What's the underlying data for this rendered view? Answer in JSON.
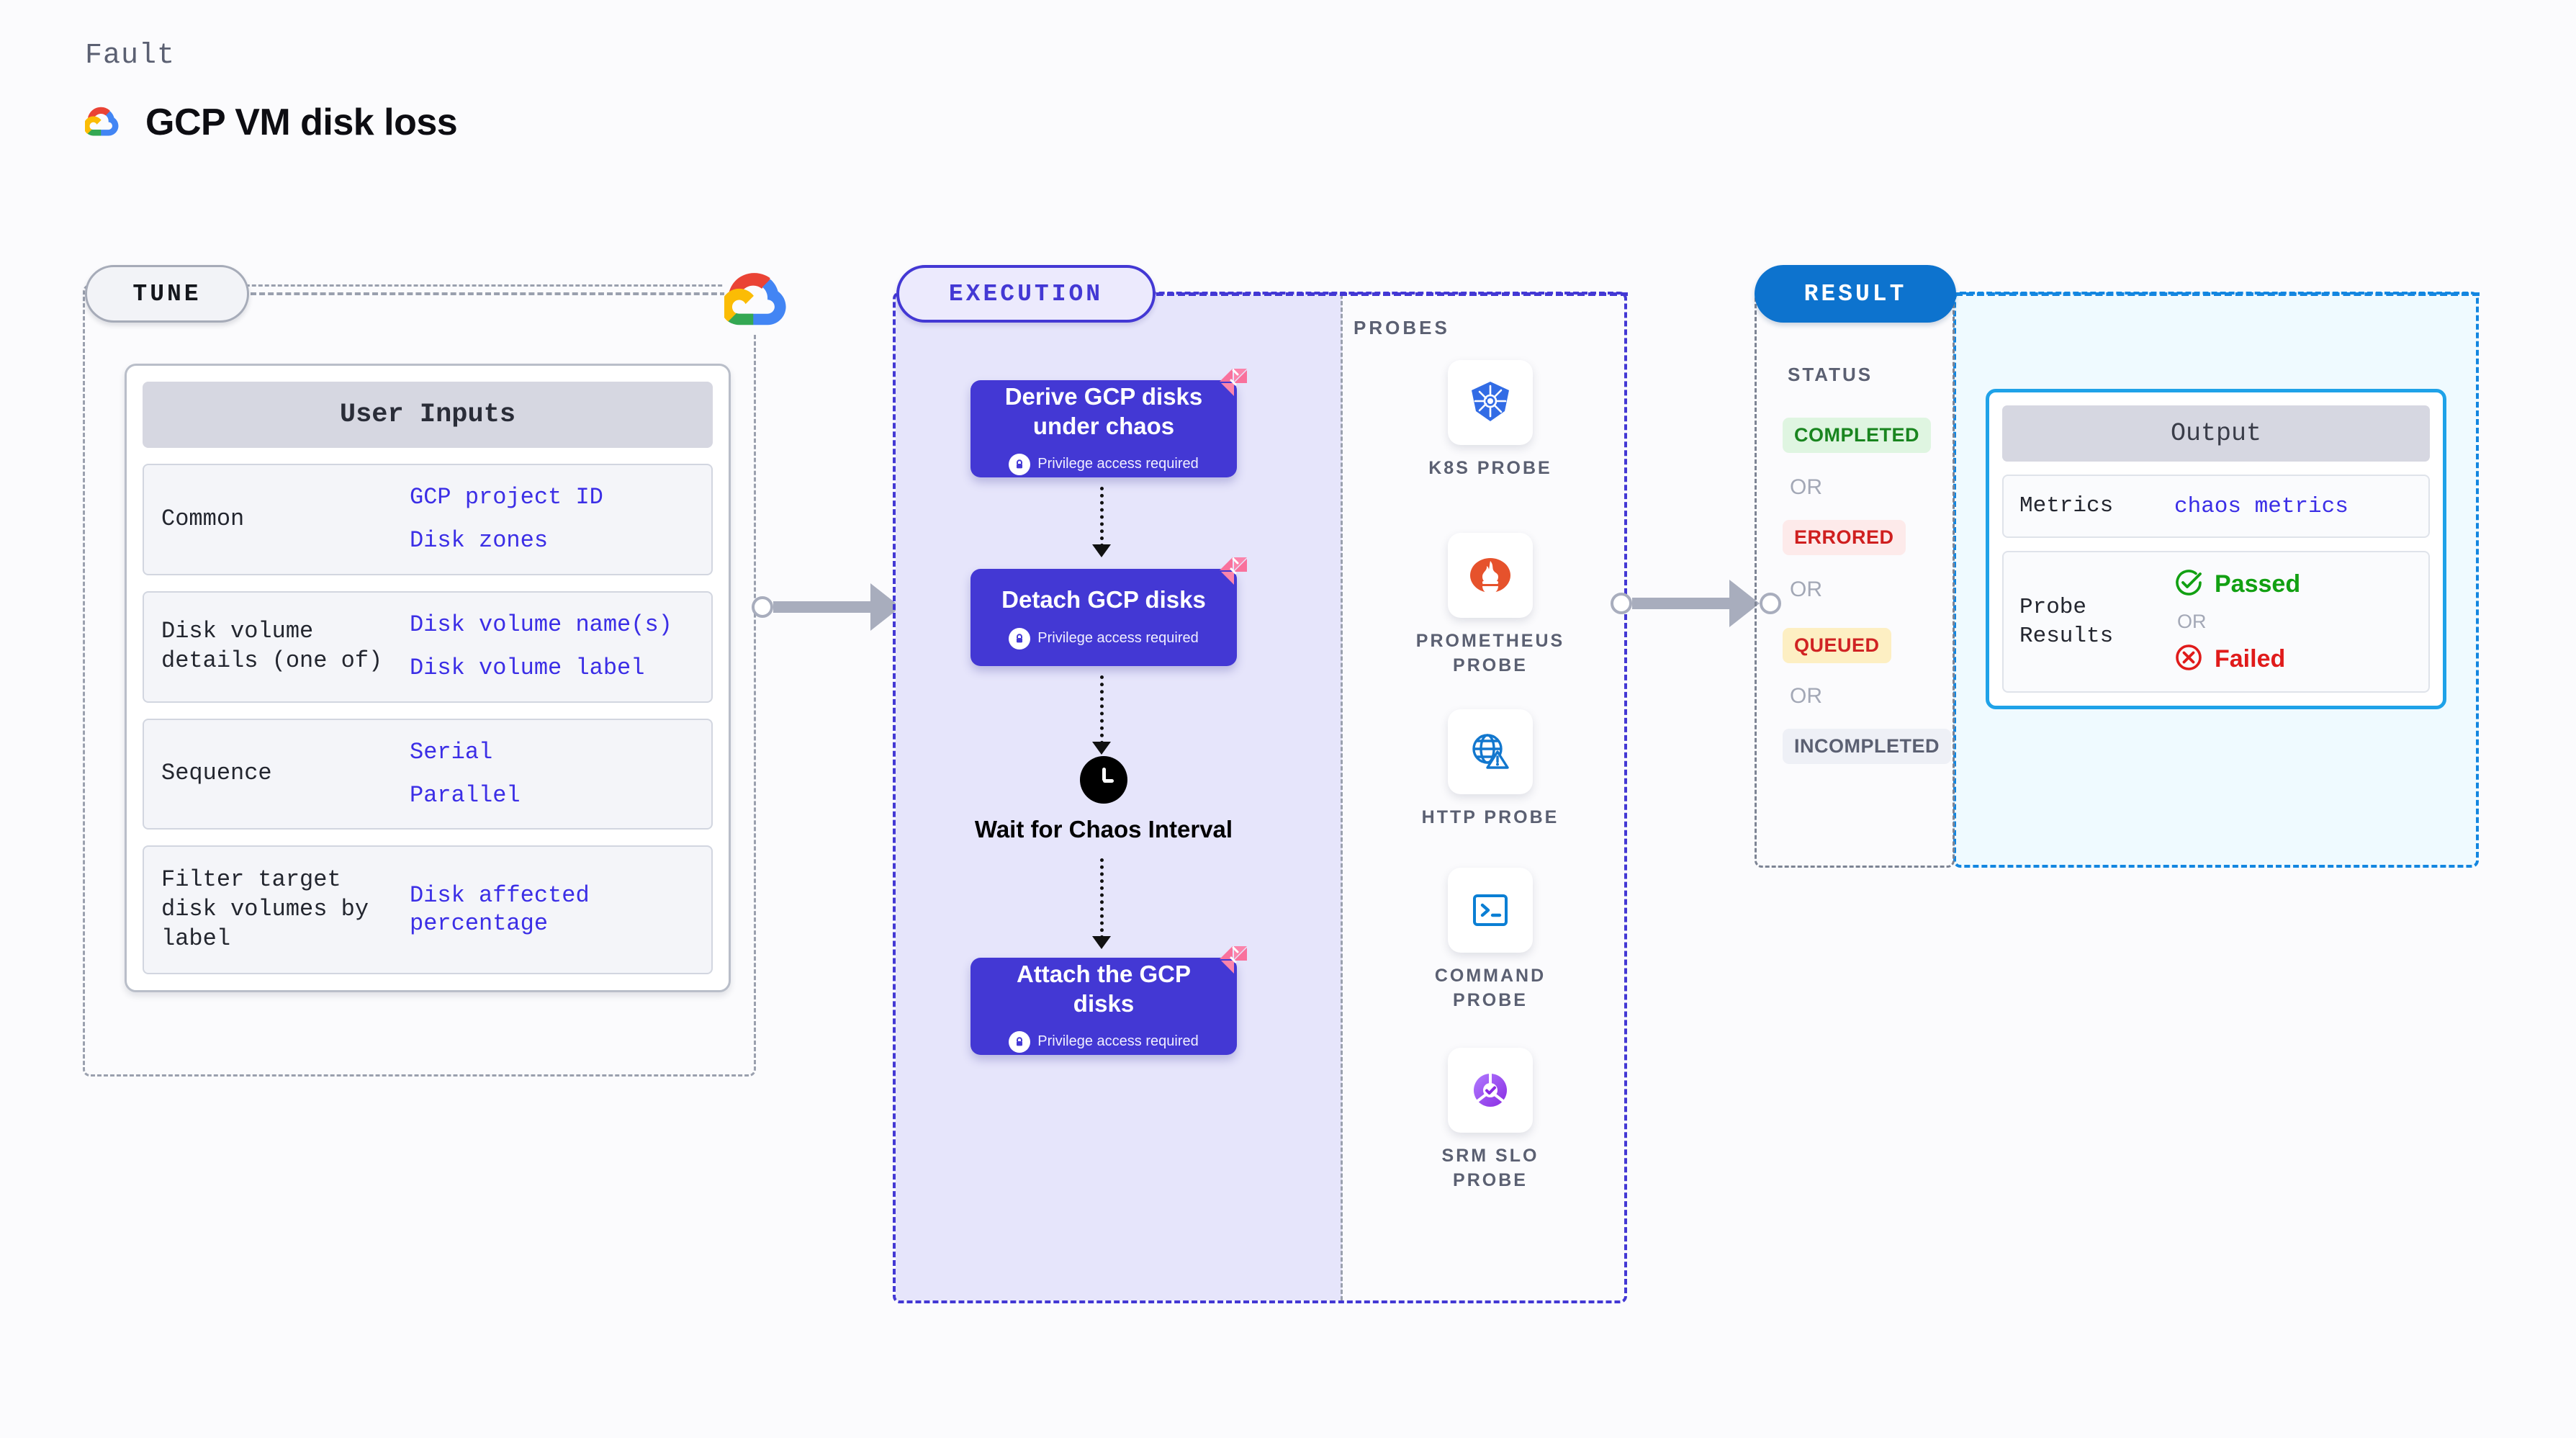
{
  "header": {
    "eyebrow": "Fault",
    "title": "GCP VM disk loss",
    "logo_icon": "gcp-logo-icon"
  },
  "tune": {
    "tab_label": "TUNE",
    "logo_icon": "gcp-logo-icon",
    "card_title": "User Inputs",
    "rows": [
      {
        "key": "Common",
        "values": [
          "GCP project ID",
          "Disk zones"
        ]
      },
      {
        "key": "Disk volume details (one of)",
        "values": [
          "Disk volume name(s)",
          "Disk volume label"
        ]
      },
      {
        "key": "Sequence",
        "values": [
          "Serial",
          "Parallel"
        ]
      },
      {
        "key": "Filter target disk volumes by label",
        "values": [
          "Disk affected percentage"
        ]
      }
    ]
  },
  "execution": {
    "tab_label": "EXECUTION",
    "privilege_note": "Privilege access required",
    "steps": [
      {
        "title": "Derive GCP disks under chaos",
        "privileged": true
      },
      {
        "title": "Detach GCP disks",
        "privileged": true
      },
      {
        "title": "Attach the GCP disks",
        "privileged": true
      }
    ],
    "wait_node": {
      "label": "Wait for Chaos Interval",
      "icon": "clock-icon"
    },
    "probes": {
      "label": "PROBES",
      "items": [
        {
          "name": "K8S PROBE",
          "icon": "kubernetes-icon"
        },
        {
          "name": "PROMETHEUS PROBE",
          "icon": "prometheus-icon"
        },
        {
          "name": "HTTP PROBE",
          "icon": "http-globe-warning-icon"
        },
        {
          "name": "COMMAND PROBE",
          "icon": "terminal-icon"
        },
        {
          "name": "SRM SLO PROBE",
          "icon": "srm-slo-icon"
        }
      ]
    }
  },
  "result": {
    "tab_label": "RESULT",
    "status_label": "STATUS",
    "or_label": "OR",
    "statuses": [
      {
        "label": "COMPLETED",
        "bg": "#dff5e1",
        "fg": "#19851f"
      },
      {
        "label": "ERRORED",
        "bg": "#fdeaea",
        "fg": "#cf1f1f"
      },
      {
        "label": "QUEUED",
        "bg": "#fdefc3",
        "fg": "#d02323"
      },
      {
        "label": "INCOMPLETED",
        "bg": "#eef0f6",
        "fg": "#5b6072"
      }
    ],
    "output": {
      "card_title": "Output",
      "metrics_key": "Metrics",
      "metrics_value": "chaos metrics",
      "probe_results_key": "Probe Results",
      "passed_label": "Passed",
      "failed_label": "Failed",
      "or_label": "OR"
    }
  },
  "colors": {
    "accent_purple": "#4338d4",
    "accent_blue": "#0d73ce",
    "chaos_pink": "#f9719c",
    "link_blue": "#3b2ee6",
    "grey_arrow": "#a8adbd"
  }
}
